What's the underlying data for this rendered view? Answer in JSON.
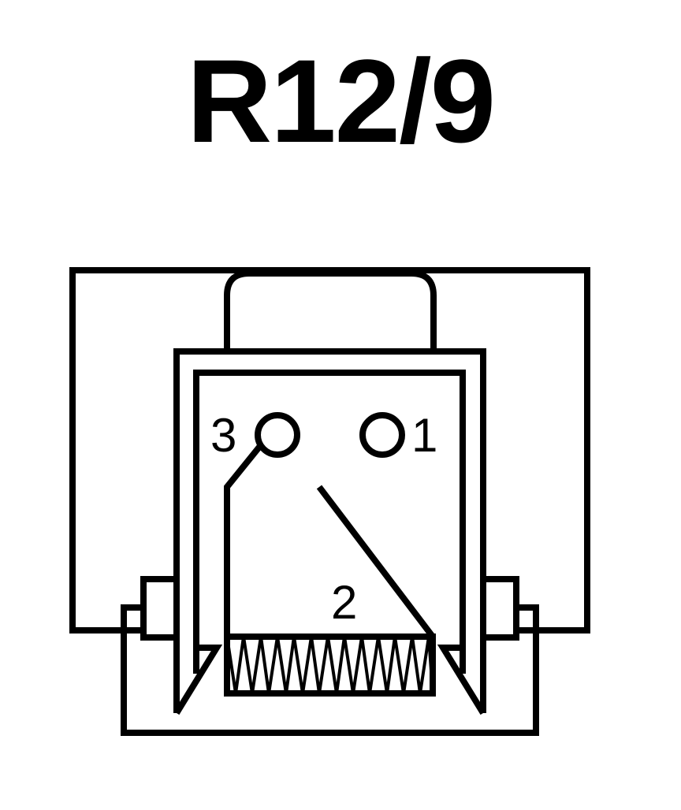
{
  "title": "R12/9",
  "pins": {
    "pin1": "1",
    "pin2": "2",
    "pin3": "3"
  },
  "colors": {
    "stroke": "#000000",
    "background": "#ffffff"
  }
}
